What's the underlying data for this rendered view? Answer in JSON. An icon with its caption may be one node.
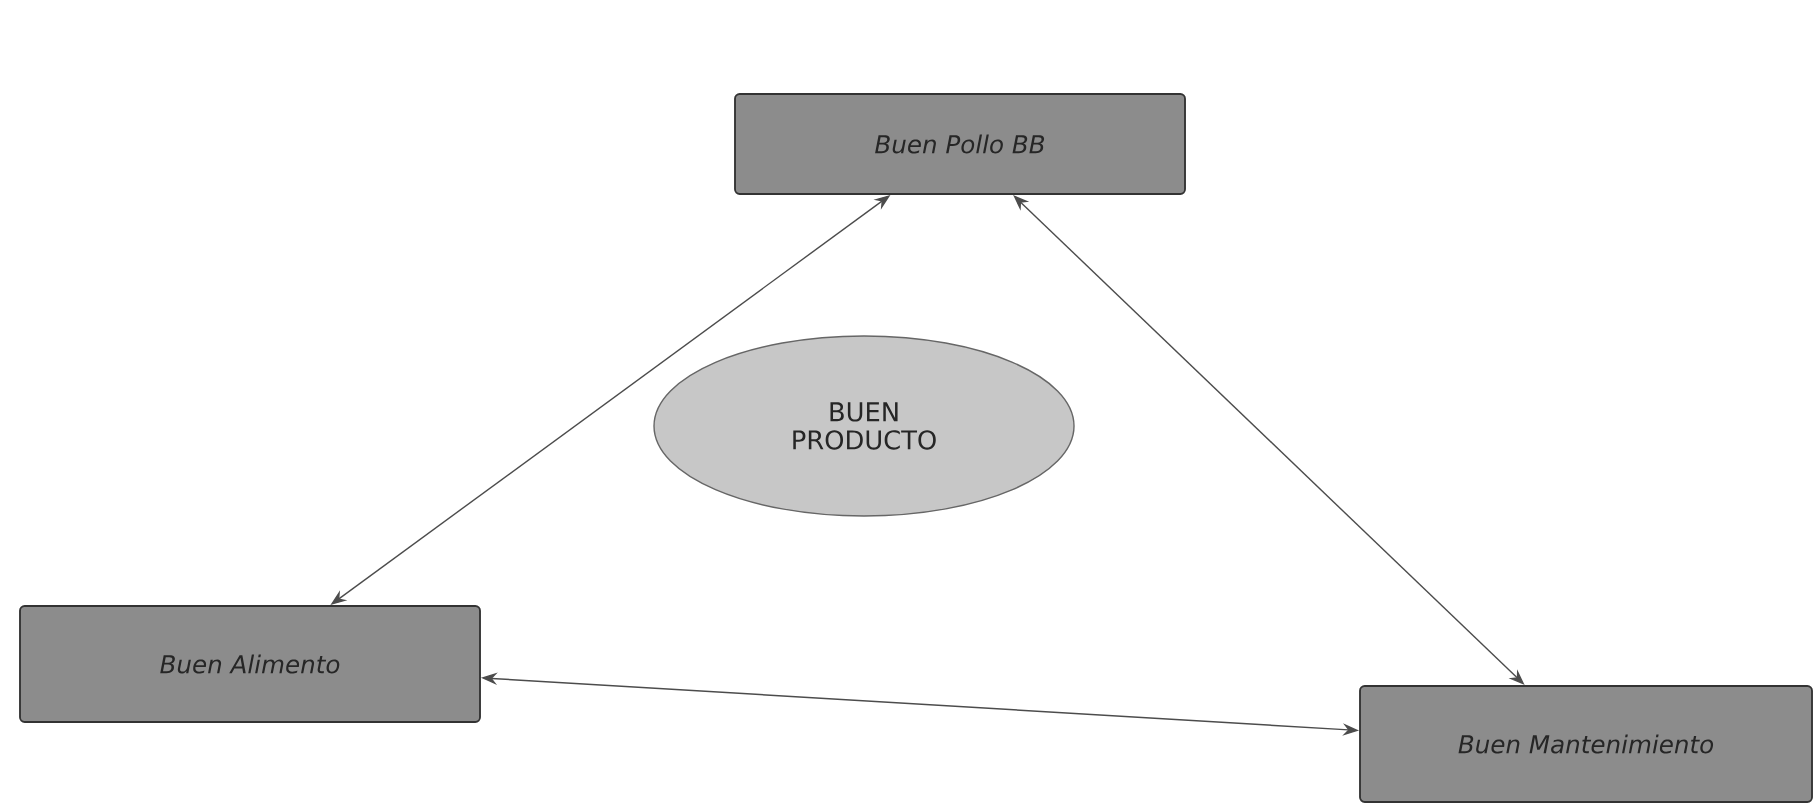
{
  "diagram": {
    "nodes": [
      {
        "text": [
          "Buen Pollo BB"
        ]
      },
      {
        "text": [
          "BUEN PRODUCTO"
        ]
      },
      {
        "text": [
          "Buen Alimento"
        ]
      },
      {
        "text": [
          "Buen Mantenimiento"
        ]
      }
    ],
    "edges": [
      {
        "from": 0,
        "to": 2,
        "arrow": "both"
      },
      {
        "from": 0,
        "to": 3,
        "arrow": "both"
      },
      {
        "from": 2,
        "to": 3,
        "arrow": "both"
      }
    ]
  }
}
